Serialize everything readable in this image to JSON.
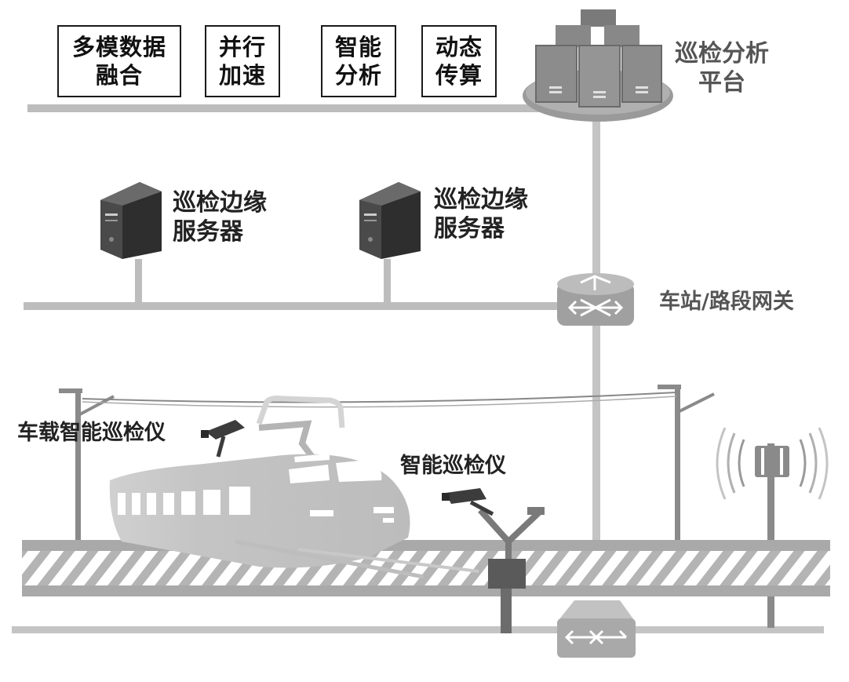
{
  "platform_features": [
    "多模数据\n融合",
    "并行\n加速",
    "智能\n分析",
    "动态\n传算"
  ],
  "labels": {
    "analysis_platform": "巡检分析\n平台",
    "edge_server_1": "巡检边缘\n服务器",
    "edge_server_2": "巡检边缘\n服务器",
    "gateway": "车站/路段网关",
    "onboard_inspector": "车载智能巡检仪",
    "wayside_inspector": "智能巡检仪"
  },
  "colors": {
    "network_line": "#bdbdbd",
    "server_dark": "#3a3a3a",
    "server_platform": "#8c8c8c",
    "gateway": "#a6a6a6",
    "train": "#c2c2c2",
    "track": "#a9a9a9",
    "pole": "#8a8a8a",
    "camera": "#3c3c3c",
    "junction": "#5a5a5a"
  },
  "icons": [
    "server-cluster-icon",
    "tower-server-icon",
    "router-icon",
    "train-icon",
    "camera-icon",
    "wireless-antenna-icon",
    "switch-icon"
  ]
}
